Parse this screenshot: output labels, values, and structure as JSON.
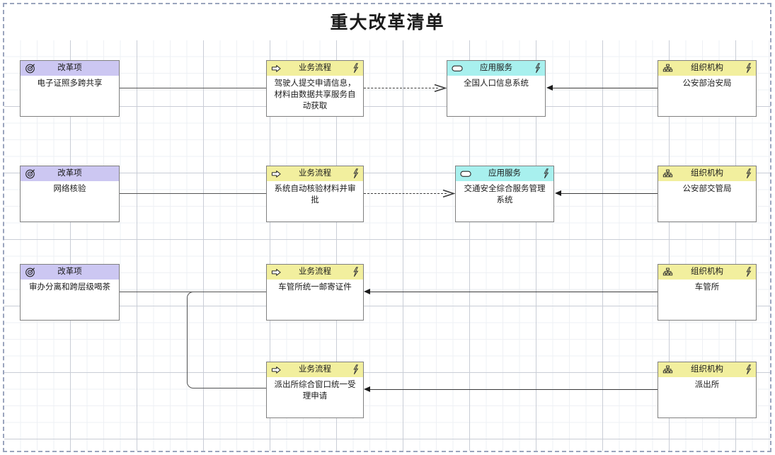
{
  "title": "重大改革清单",
  "nodes": [
    {
      "id": "goal-1",
      "kind": "改革项",
      "icon": "target-icon",
      "header": "改革项",
      "body": "电子证照多跨共享",
      "badge": ""
    },
    {
      "id": "proc-1",
      "kind": "业务流程",
      "icon": "arrow-right-icon",
      "header": "业务流程",
      "body": "驾驶人提交申请信息，材料由数据共享服务自动获取",
      "badge": "lightning-icon"
    },
    {
      "id": "svc-1",
      "kind": "应用服务",
      "icon": "rounded-rect-icon",
      "header": "应用服务",
      "body": "全国人口信息系统",
      "badge": "lightning-icon"
    },
    {
      "id": "org-1",
      "kind": "组织机构",
      "icon": "org-chart-icon",
      "header": "组织机构",
      "body": "公安部治安局",
      "badge": "lightning-icon"
    },
    {
      "id": "goal-2",
      "kind": "改革项",
      "icon": "target-icon",
      "header": "改革项",
      "body": "网络核验",
      "badge": ""
    },
    {
      "id": "proc-2",
      "kind": "业务流程",
      "icon": "arrow-right-icon",
      "header": "业务流程",
      "body": "系统自动核验材料并审批",
      "badge": "lightning-icon"
    },
    {
      "id": "svc-2",
      "kind": "应用服务",
      "icon": "rounded-rect-icon",
      "header": "应用服务",
      "body": "交通安全综合服务管理系统",
      "badge": "lightning-icon"
    },
    {
      "id": "org-2",
      "kind": "组织机构",
      "icon": "org-chart-icon",
      "header": "组织机构",
      "body": "公安部交管局",
      "badge": "lightning-icon"
    },
    {
      "id": "goal-3",
      "kind": "改革项",
      "icon": "target-icon",
      "header": "改革项",
      "body": "审办分离和跨层级喝茶",
      "badge": ""
    },
    {
      "id": "proc-3",
      "kind": "业务流程",
      "icon": "arrow-right-icon",
      "header": "业务流程",
      "body": "车管所统一邮寄证件",
      "badge": "lightning-icon"
    },
    {
      "id": "org-3",
      "kind": "组织机构",
      "icon": "org-chart-icon",
      "header": "组织机构",
      "body": "车管所",
      "badge": "lightning-icon"
    },
    {
      "id": "proc-4",
      "kind": "业务流程",
      "icon": "arrow-right-icon",
      "header": "业务流程",
      "body": "派出所综合窗口统一受理申请",
      "badge": "lightning-icon"
    },
    {
      "id": "org-4",
      "kind": "组织机构",
      "icon": "org-chart-icon",
      "header": "组织机构",
      "body": "派出所",
      "badge": "lightning-icon"
    }
  ],
  "colors": {
    "goal_header": "#ccc7f2",
    "process_header": "#f2ef9e",
    "service_header": "#a8f0ee",
    "org_header": "#f2ef9e",
    "node_border": "#808080",
    "connector": "#3b3b3b",
    "page_border": "#9aa4bd",
    "grid_major": "#c9cdd6",
    "grid_minor": "#eef0f4"
  }
}
